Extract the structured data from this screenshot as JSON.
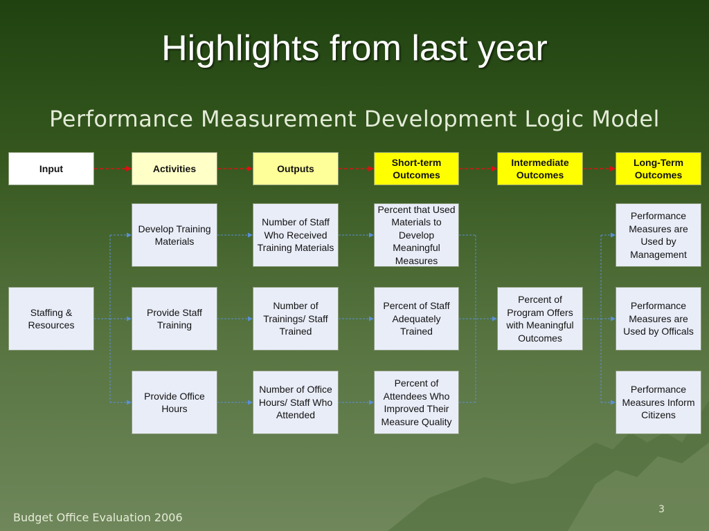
{
  "title": "Highlights from last year",
  "subtitle": "Performance Measurement Development Logic Model",
  "headers": {
    "input": "Input",
    "activities": "Activities",
    "outputs": "Outputs",
    "short_term": "Short-term Outcomes",
    "intermediate": "Intermediate Outcomes",
    "long_term": "Long-Term Outcomes"
  },
  "colors": {
    "input_header": "#ffffff",
    "activities_header": "#ffffc8",
    "outputs_header": "#ffff99",
    "outcome_header": "#ffff00",
    "box_fill": "#e9edf8",
    "header_arrow": "#e01010",
    "connector": "#5a8fd8"
  },
  "input": {
    "item": "Staffing & Resources"
  },
  "activities": [
    "Develop Training Materials",
    "Provide Staff Training",
    "Provide Office Hours"
  ],
  "outputs": [
    "Number of Staff Who Received Training Materials",
    "Number of Trainings/ Staff Trained",
    "Number of Office Hours/ Staff Who Attended"
  ],
  "short_term": [
    "Percent that Used Materials to Develop Meaningful Measures",
    "Percent of Staff Adequately Trained",
    "Percent of Attendees Who Improved Their Measure Quality"
  ],
  "intermediate": {
    "item": "Percent of Program Offers with Meaningful Outcomes"
  },
  "long_term": [
    "Performance Measures are Used by Management",
    "Performance Measures are Used by Officals",
    "Performance Measures Inform Citizens"
  ],
  "footer": "Budget Office Evaluation 2006",
  "page_number": "3"
}
